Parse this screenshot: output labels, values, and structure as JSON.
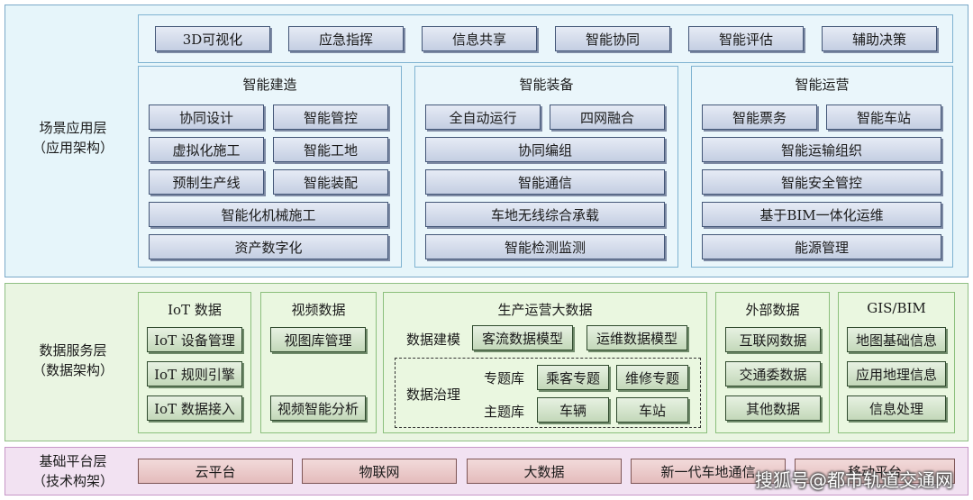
{
  "scene_layer": {
    "label_line1": "场景应用层",
    "label_line2": "（应用架构）",
    "top_items": [
      "3D可视化",
      "应急指挥",
      "信息共享",
      "智能协同",
      "智能评估",
      "辅助决策"
    ],
    "construction": {
      "title": "智能建造",
      "row1": [
        "协同设计",
        "智能管控"
      ],
      "row2": [
        "虚拟化施工",
        "智能工地"
      ],
      "row3": [
        "预制生产线",
        "智能装配"
      ],
      "row4": "智能化机械施工",
      "row5": "资产数字化"
    },
    "equipment": {
      "title": "智能装备",
      "row1": [
        "全自动运行",
        "四网融合"
      ],
      "row2": "协同编组",
      "row3": "智能通信",
      "row4": "车地无线综合承载",
      "row5": "智能检测监测"
    },
    "operation": {
      "title": "智能运营",
      "row1": [
        "智能票务",
        "智能车站"
      ],
      "row2": "智能运输组织",
      "row3": "智能安全管控",
      "row4": "基于BIM一体化运维",
      "row5": "能源管理"
    }
  },
  "data_layer": {
    "label_line1": "数据服务层",
    "label_line2": "（数据架构）",
    "iot": {
      "title": "IoT 数据",
      "items": [
        "IoT 设备管理",
        "IoT 规则引擎",
        "IoT 数据接入"
      ]
    },
    "video": {
      "title": "视频数据",
      "items": [
        "视图库管理",
        "视频智能分析"
      ]
    },
    "bigdata": {
      "title": "生产运营大数据",
      "modeling_label": "数据建模",
      "modeling_items": [
        "客流数据模型",
        "运维数据模型"
      ],
      "governance_label": "数据治理",
      "topic_label": "专题库",
      "topic_items": [
        "乘客专题",
        "维修专题"
      ],
      "subject_label": "主题库",
      "subject_items": [
        "车辆",
        "车站"
      ]
    },
    "external": {
      "title": "外部数据",
      "items": [
        "互联网数据",
        "交通委数据",
        "其他数据"
      ]
    },
    "gis": {
      "title": "GIS/BIM",
      "items": [
        "地图基础信息",
        "应用地理信息",
        "信息处理"
      ]
    }
  },
  "base_layer": {
    "label_line1": "基础平台层",
    "label_line2": "（技术构架）",
    "items": [
      "云平台",
      "物联网",
      "大数据",
      "新一代车地通信",
      "移动平台"
    ]
  },
  "watermark": "搜狐号@都市轨道交通网",
  "colors": {
    "scene_bg": "#e6f5fa",
    "data_bg": "#eaf5e2",
    "base_bg": "#f2e2f2"
  }
}
